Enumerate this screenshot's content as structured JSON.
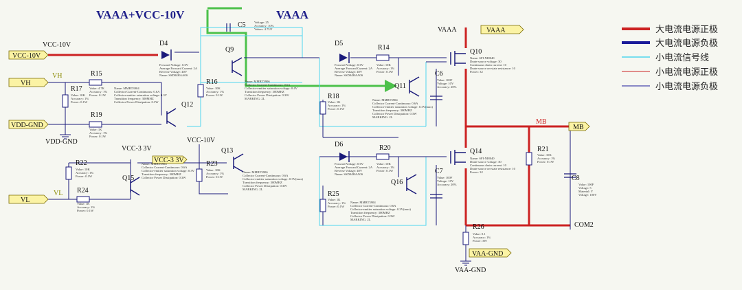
{
  "headings": {
    "left": "VAAA+VCC-10V",
    "right": "VAAA"
  },
  "legend": [
    {
      "label": "大电流电源正极",
      "color": "#cc2222",
      "weight": "thick"
    },
    {
      "label": "大电流电源负极",
      "color": "#1a1a9a",
      "weight": "thick"
    },
    {
      "label": "小电流信号线",
      "color": "#4fd6ee",
      "weight": "thin"
    },
    {
      "label": "小电流电源正极",
      "color": "#cc2222",
      "weight": "thin"
    },
    {
      "label": "小电流电源负极",
      "color": "#1a1a9a",
      "weight": "thin"
    }
  ],
  "colors": {
    "power_pos": "#cc2222",
    "power_neg": "#1a1a9a",
    "signal": "#4fd6ee",
    "wire": "#1a1a7a",
    "annotation": "#4cc14a",
    "port_fill": "#fbf3a4"
  },
  "ports": {
    "vcc10v": "VCC-10V",
    "vh": "VH",
    "vdd_gnd": "VDD-GND",
    "vl": "VL",
    "vcc3": "VCC-3 3V",
    "vaaa": "VAAA",
    "mb": "MB",
    "com2": "COM2",
    "vaa_gnd": "VAA-GND"
  },
  "net_labels": {
    "vcc10v": "VCC-10V",
    "vh": "VH",
    "vdd_gnd": "VDD-GND",
    "vl": "VL",
    "vcc3": "VCC-3 3V",
    "vcc10v_b": "VCC-10V",
    "vaaa": "VAAA",
    "mb": "MB",
    "com2": "COM2",
    "vaa_gnd": "VAA-GND"
  },
  "components": {
    "c5": {
      "ref": "C5",
      "params": [
        "Voltage: 25",
        "Accuracy: 10%",
        "Values: 4.7UF"
      ]
    },
    "d4": {
      "ref": "D4",
      "params": [
        "Forward Voltage: 0.6V",
        "Average Forward Current: 2A",
        "Reverse Voltage: 40V",
        "Name: SSD04HAA0S"
      ]
    },
    "q9": {
      "ref": "Q9",
      "params": [
        "Name: MMBT3906",
        "Collector Current-Continuous: 0.6A",
        "Collector-emitter saturation voltage: 0.4V",
        "Transition frequency: 300MHZ",
        "Collector Power Dissipation: 0.3W",
        "MARKING: 2L"
      ]
    },
    "d5": {
      "ref": "D5",
      "params": [
        "Forward Voltage: 0.6V",
        "Average Forward Current: 2A",
        "Reverse Voltage: 40V",
        "Name: SSD04HAA0S"
      ]
    },
    "r14": {
      "ref": "R14",
      "params": [
        "Value: 10K",
        "Accuracy: 1%",
        "Power: 0.1W"
      ]
    },
    "q10": {
      "ref": "Q10",
      "params": [
        "Name: SFI-NI8040",
        "Drain-source voltage: 30",
        "Continuous drain current: 10",
        "Drain-source on-state resistance: 10",
        "Power: 32"
      ]
    },
    "r15": {
      "ref": "R15",
      "params": [
        "Value: 4.7K",
        "Accuracy: 1%",
        "Power: 0.1W"
      ]
    },
    "r17": {
      "ref": "R17",
      "params": [
        "Value: 10K",
        "Accuracy: 1%",
        "Power: 0.1W"
      ]
    },
    "r16": {
      "ref": "R16",
      "params": [
        "Value: 10K",
        "Accuracy: 1%",
        "Power: 0.1W"
      ]
    },
    "q12": {
      "ref": "Q12",
      "params": [
        "Name: MMBT3904",
        "Collector Current-Continuous: 0.6A",
        "Collector-emitter saturation voltage: 0.3V",
        "Transition frequency: 300MHZ",
        "Collector Power Dissipation: 0.3W"
      ]
    },
    "q11": {
      "ref": "Q11",
      "params": [
        "Name: MMBT3904",
        "Collector Current-Continuous: 0.6A",
        "Collector-emitter saturation voltage: 0.3V(max)",
        "Transition frequency: 300MHZ",
        "Collector Power Dissipation: 0.3W",
        "MARKING: 2L"
      ]
    },
    "c6": {
      "ref": "C6",
      "params": [
        "Value: 100F",
        "Voltage: 10V",
        "Accuracy: 20%"
      ]
    },
    "r18": {
      "ref": "R18",
      "params": [
        "Value: 1K",
        "Accuracy: 1%",
        "Power: 0.1W"
      ]
    },
    "r19": {
      "ref": "R19",
      "params": [
        "Value: 1K",
        "Accuracy: 1%",
        "Power: 0.1W"
      ]
    },
    "d6": {
      "ref": "D6",
      "params": [
        "Forward Voltage: 0.6V",
        "Average Forward Current: 2A",
        "Reverse Voltage: 40V",
        "Name: SSD04HAA0S"
      ]
    },
    "r20": {
      "ref": "R20",
      "params": [
        "Value: 10K",
        "Accuracy: 1%",
        "Power: 0.1W"
      ]
    },
    "q14": {
      "ref": "Q14",
      "params": [
        "Name: SFI-NI8040",
        "Drain-source voltage: 30",
        "Continuous drain current: 10",
        "Drain-source on-state resistance: 10",
        "Power: 32"
      ]
    },
    "r21": {
      "ref": "R21",
      "params": [
        "Value: 10K",
        "Accuracy: 1%",
        "Power: 0.1W"
      ]
    },
    "c8": {
      "ref": "C8",
      "params": [
        "Value: 100F",
        "Voltage: 5",
        "Material: Y",
        "Voltage: 100V"
      ]
    },
    "r22": {
      "ref": "R22",
      "params": [
        "Value: 10K",
        "Accuracy: 1%",
        "Power: 0.1W"
      ]
    },
    "q15": {
      "ref": "Q15",
      "params": [
        "Name: MMBT3904",
        "Collector Current-Continuous: 0.6A",
        "Collector-emitter saturation voltage: 0.3V",
        "Transition frequency: 300MHZ",
        "Collector Power Dissipation: 0.3W"
      ]
    },
    "r23": {
      "ref": "R23",
      "params": [
        "Value: 10K",
        "Accuracy: 1%",
        "Power: 0.1W"
      ]
    },
    "q13": {
      "ref": "Q13",
      "params": [
        "Name: MMBT3906",
        "Collector Current-Continuous: 0.6A",
        "Collector-emitter saturation voltage: 0.3V(max)",
        "Transition frequency: 300MHZ",
        "Collector Power Dissipation: 0.3W",
        "MARKING: 2L"
      ]
    },
    "r24": {
      "ref": "R24",
      "params": [
        "Value: 1K",
        "Accuracy: 1%",
        "Power: 0.1W"
      ]
    },
    "q16": {
      "ref": "Q16",
      "params": [
        "Name: MMBT3904",
        "Collector Current-Continuous: 0.6A",
        "Collector-emitter saturation voltage: 0.3V(max)",
        "Transition frequency: 300MHZ",
        "Collector Power Dissipation: 0.3W",
        "MARKING: 2L"
      ]
    },
    "c7": {
      "ref": "C7",
      "params": [
        "Value: 100F",
        "Voltage: 10V",
        "Accuracy: 20%"
      ]
    },
    "r25": {
      "ref": "R25",
      "params": [
        "Value: 1K",
        "Accuracy: 1%",
        "Power: 0.1W"
      ]
    },
    "r26": {
      "ref": "R26",
      "params": [
        "Value: 0.1",
        "Accuracy: 1%",
        "Power: 3W"
      ]
    }
  }
}
